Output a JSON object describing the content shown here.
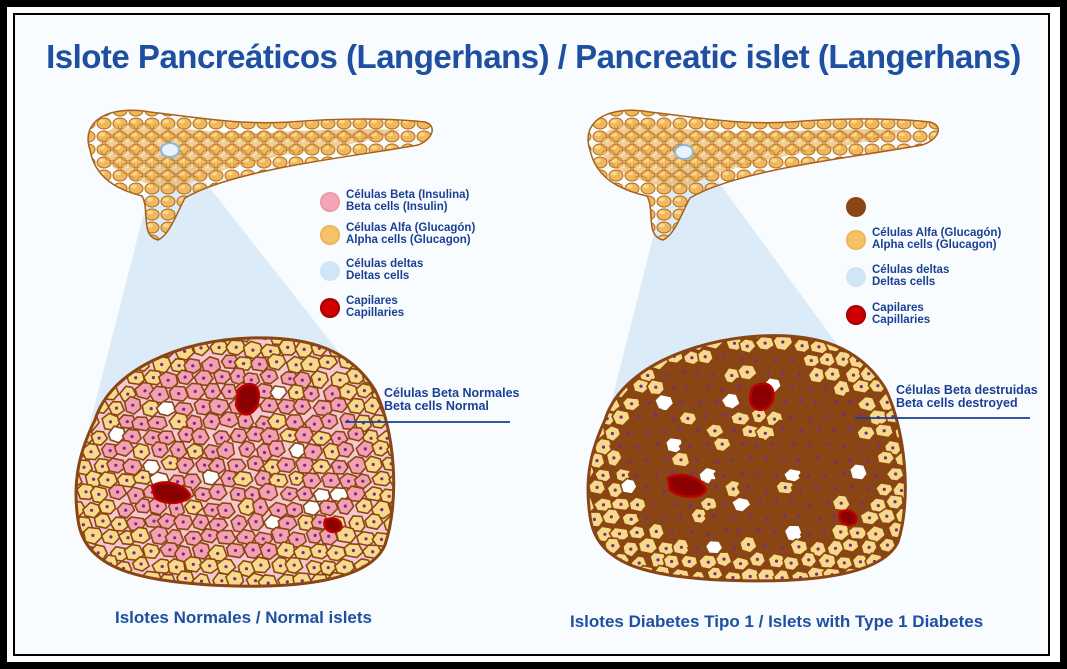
{
  "title": "Islote Pancreáticos (Langerhans) / Pancreatic islet (Langerhans)",
  "left": {
    "legend": [
      {
        "icon": "beta-cell-icon",
        "color": "#f3a0b0",
        "es": "Células Beta (Insulina)",
        "en": "Beta cells (Insulin)"
      },
      {
        "icon": "alpha-cell-icon",
        "color": "#f5c46a",
        "es": "Células Alfa (Glucagón)",
        "en": "Alpha cells (Glucagon)"
      },
      {
        "icon": "delta-cell-icon",
        "color": "#cfe6f7",
        "es": "Células deltas",
        "en": "Deltas cells"
      },
      {
        "icon": "capillary-icon",
        "color": "#c00000",
        "es": "Capilares",
        "en": "Capillaries"
      }
    ],
    "callout_es": "Células Beta Normales",
    "callout_en": "Beta cells Normal",
    "caption": "Islotes Normales / Normal islets"
  },
  "right": {
    "legend": [
      {
        "icon": "destroyed-beta-cell-icon",
        "color": "#8a4514",
        "es": "",
        "en": ""
      },
      {
        "icon": "alpha-cell-icon",
        "color": "#f5c46a",
        "es": "Células Alfa (Glucagón)",
        "en": "Alpha cells (Glucagon)"
      },
      {
        "icon": "delta-cell-icon",
        "color": "#cfe6f7",
        "es": "Células deltas",
        "en": "Deltas cells"
      },
      {
        "icon": "capillary-icon",
        "color": "#c00000",
        "es": "Capilares",
        "en": "Capillaries"
      }
    ],
    "callout_es": "Células Beta destruidas",
    "callout_en": "Beta cells destroyed",
    "caption": "Islotes Diabetes Tipo 1 / Islets with Type 1 Diabetes"
  },
  "colors": {
    "title": "#1f4fa0",
    "pancreas": "#e9a53d",
    "beta": "#f3a0b0",
    "alpha": "#f7d98a",
    "delta": "#ffffff",
    "destroyed": "#8a4514",
    "capillary": "#8b0000",
    "islet_border": "#8a4514",
    "zoom": "#cfe3f5"
  }
}
